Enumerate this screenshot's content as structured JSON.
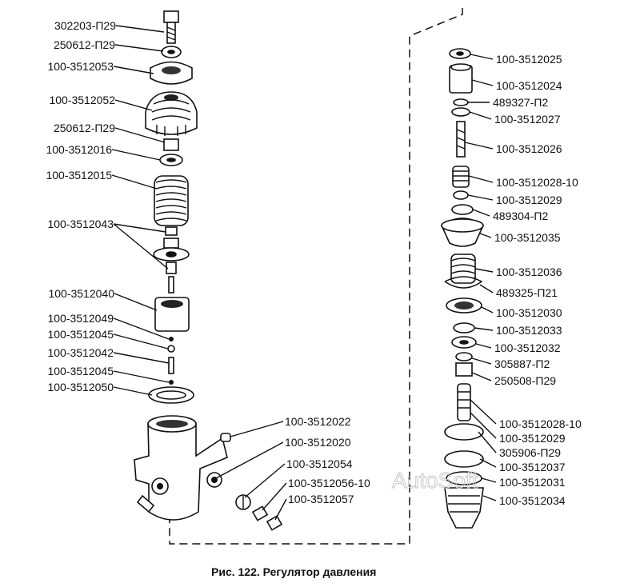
{
  "caption": "Рис. 122. Регулятор давления",
  "watermark": "AutoSoft",
  "left_labels": [
    "302203-П29",
    "250612-П29",
    "100-3512053",
    "100-3512052",
    "250612-П29",
    "100-3512016",
    "100-3512015",
    "100-3512043",
    "100-3512040",
    "100-3512049",
    "100-3512045",
    "100-3512042",
    "100-3512045",
    "100-3512050"
  ],
  "center_labels": [
    "100-3512022",
    "100-3512020",
    "100-3512054",
    "100-3512056-10",
    "100-3512057"
  ],
  "right_labels": [
    "100-3512025",
    "100-3512024",
    "489327-П2",
    "100-3512027",
    "100-3512026",
    "100-3512028-10",
    "100-3512029",
    "489304-П2",
    "100-3512035",
    "100-3512036",
    "489325-П21",
    "100-3512030",
    "100-3512033",
    "100-3512032",
    "305887-П2",
    "250508-П29",
    "100-3512028-10",
    "100-3512029",
    "305906-П29",
    "100-3512037",
    "100-3512031",
    "100-3512034"
  ]
}
